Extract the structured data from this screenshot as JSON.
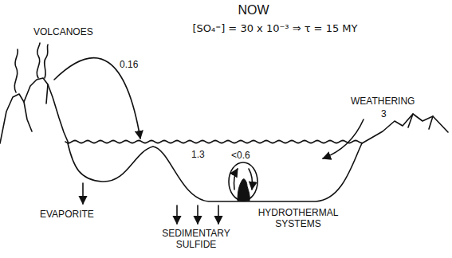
{
  "diagram": {
    "title": "NOW",
    "labels": [
      "[SO₄⁼] = 30 x 10⁻³ ⇒ τ = 15 MY",
      "VOLCANOES",
      "0.16",
      "WEATHERING",
      "3",
      "EVAPORITE",
      "1.3",
      "SEDIMENTARY SULFIDE",
      "<0.6",
      "HYDROTHERMAL SYSTEMS"
    ]
  }
}
